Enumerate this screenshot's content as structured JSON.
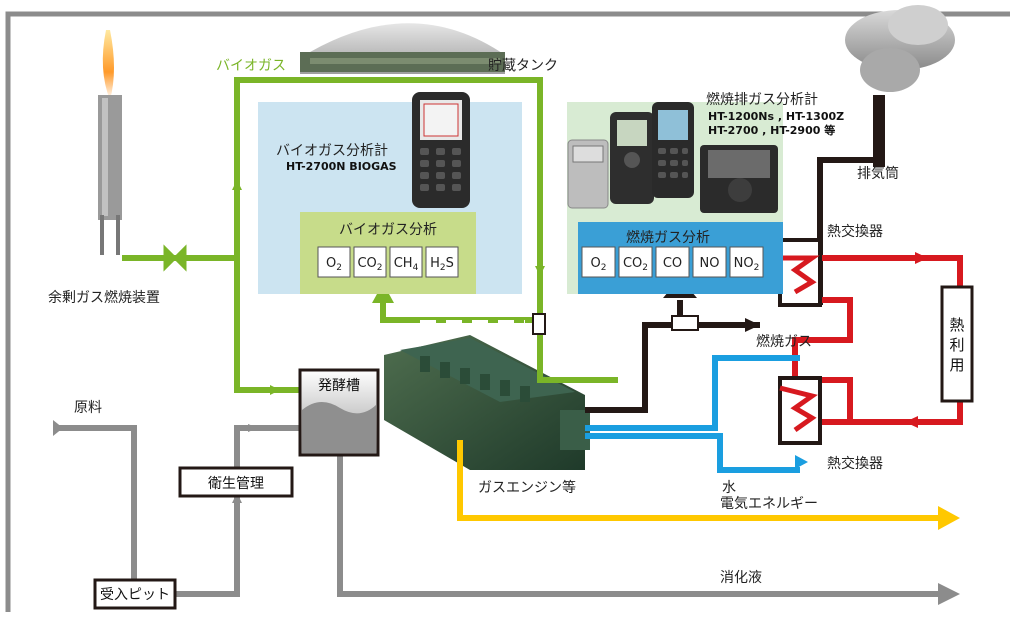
{
  "labels": {
    "biogas": "バイオガス",
    "storage_tank": "貯蔵タンク",
    "biogas_analyzer_title": "バイオガス分析計",
    "biogas_analyzer_model": "HT-2700N BIOGAS",
    "biogas_analysis": "バイオガス分析",
    "combustion_analyzer_title": "燃焼排ガス分析計",
    "combustion_models_1": "HT-1200Ns , HT-1300Z",
    "combustion_models_2": "HT-2700 , HT-2900 等",
    "combustion_analysis": "燃焼ガス分析",
    "exhaust_stack": "排気筒",
    "heat_exchanger_top": "熱交換器",
    "heat_exchanger_bottom": "熱交換器",
    "combustion_gas": "燃焼ガス",
    "heat_use_1": "熱",
    "heat_use_2": "利",
    "heat_use_3": "用",
    "surplus_gas_burner": "余剰ガス燃焼装置",
    "fermentation_tank": "発酵槽",
    "raw_material": "原料",
    "sanitary_management": "衛生管理",
    "receiving_pit": "受入ピット",
    "gas_engine": "ガスエンジン等",
    "water": "水",
    "electric_energy": "電気エネルギー",
    "digestate": "消化液"
  },
  "biogas_cells": [
    {
      "main": "O",
      "sub": "2"
    },
    {
      "main": "CO",
      "sub": "2"
    },
    {
      "main": "CH",
      "sub": "4"
    },
    {
      "main": "H",
      "sub": "2",
      "tail": "S"
    }
  ],
  "combustion_cells": [
    {
      "main": "O",
      "sub": "2"
    },
    {
      "main": "CO",
      "sub": "2"
    },
    {
      "main": "CO",
      "sub": ""
    },
    {
      "main": "NO",
      "sub": ""
    },
    {
      "main": "NO",
      "sub": "2"
    }
  ],
  "colors": {
    "biogas_line": "#7ab528",
    "exhaust_line": "#231815",
    "heat_line": "#d7191f",
    "water_line": "#1a9ee0",
    "electric_line": "#ffc800",
    "material_line": "#8c8c8c"
  }
}
